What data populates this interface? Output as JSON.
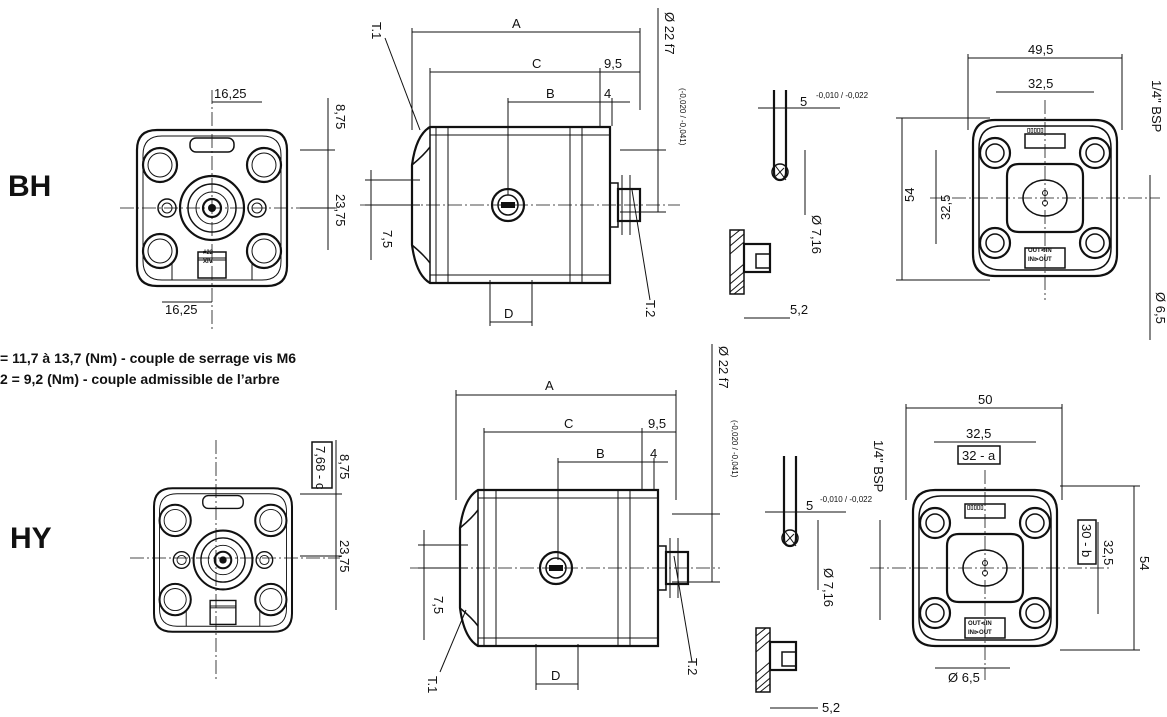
{
  "variants": [
    {
      "code": "BH"
    },
    {
      "code": "HY"
    }
  ],
  "notes": {
    "line1": "= 11,7 à 13,7 (Nm) - couple de serrage vis M6",
    "line2": "2 = 9,2 (Nm) - couple admissible de l’arbre"
  },
  "labels": {
    "A": "A",
    "B": "B",
    "C": "C",
    "D": "D",
    "T1": "T.1",
    "T2": "T.2",
    "dim_9_5": "9,5",
    "dim_4": "4",
    "shaft_dia": "Ø 22 f7",
    "shaft_tol": "(-0,020 / -0,041)",
    "dim_5": "5",
    "tol_5": "-0,010 / -0,022",
    "dim_7_16": "Ø 7,16",
    "dim_5_2": "5,2",
    "dim_16_25": "16,25",
    "dim_8_75": "8,75",
    "dim_23_75": "23,75",
    "dim_7_5": "7,5",
    "dim_49_5": "49,5",
    "dim_50": "50",
    "dim_32_5": "32,5",
    "dim_54": "54",
    "dim_6_5": "Ø 6,5",
    "port": "1/4\" BSP",
    "box_7_68": "7,68 - c",
    "box_32_a": "32 - a",
    "box_30_b": "30 - b",
    "plate1": "#22",
    "plate2": "XIV",
    "flow1": "OUT⊲IN",
    "flow2": "IN⊳OUT"
  }
}
